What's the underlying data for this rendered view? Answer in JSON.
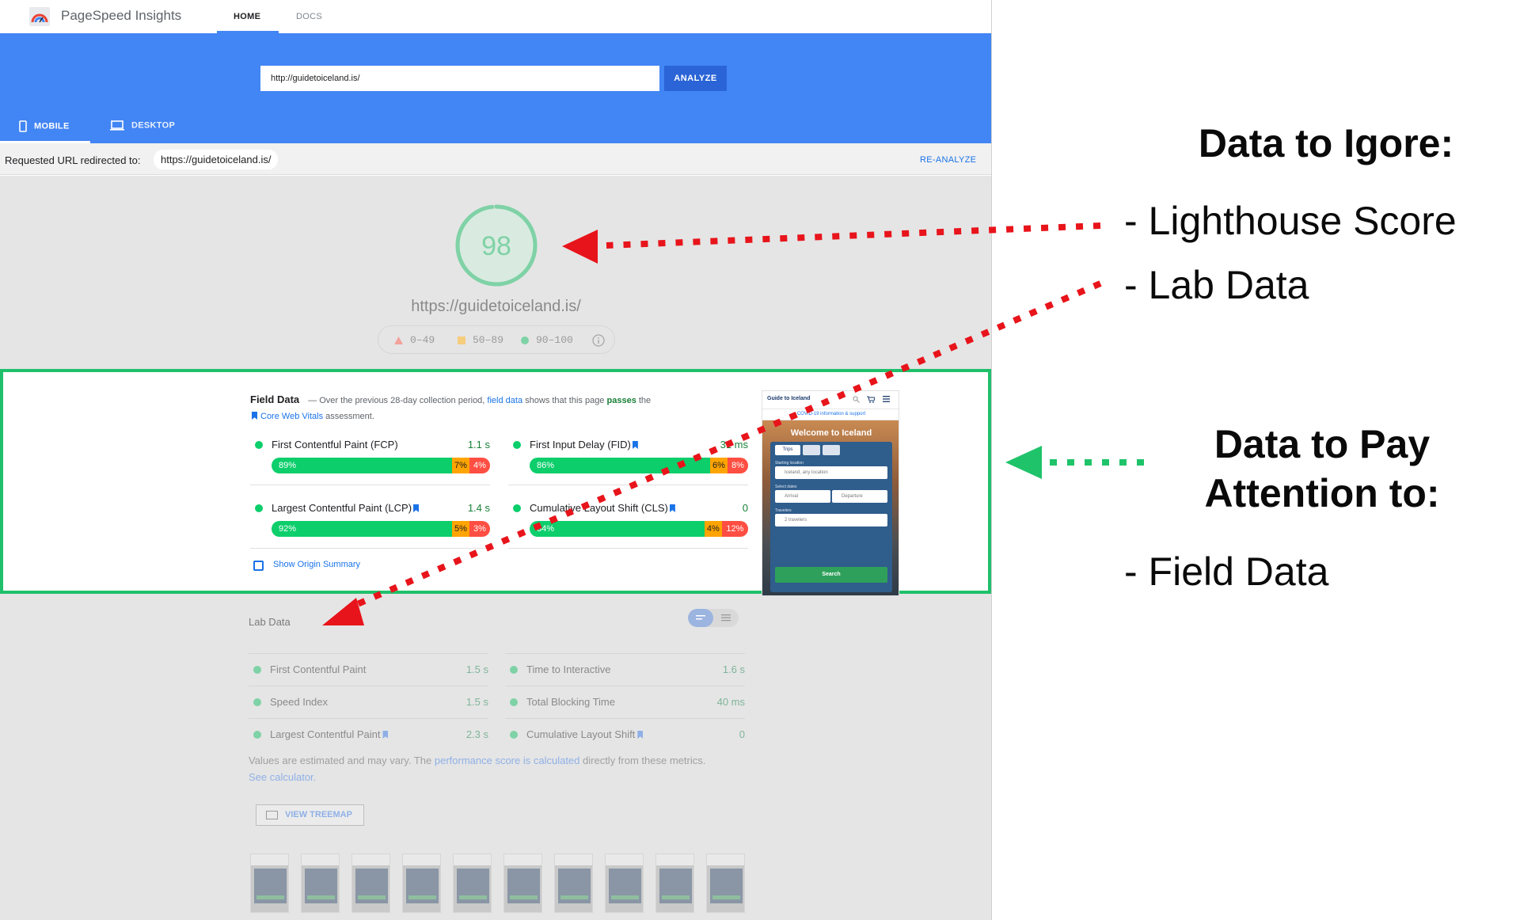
{
  "app": {
    "title": "PageSpeed Insights",
    "nav_tabs": [
      "HOME",
      "DOCS"
    ],
    "active_tab": "HOME"
  },
  "search": {
    "url_value": "http://guidetoiceland.is/",
    "analyze_label": "ANALYZE"
  },
  "device_tabs": [
    "MOBILE",
    "DESKTOP"
  ],
  "redirect": {
    "label": "Requested URL redirected to:",
    "url": "https://guidetoiceland.is/",
    "reanalyze": "RE-ANALYZE"
  },
  "score": {
    "value": "98",
    "url": "https://guidetoiceland.is/",
    "legend": [
      "0–49",
      "50–89",
      "90–100"
    ],
    "colors": {
      "pass": "#0cce6b",
      "average": "#ffa400",
      "fail": "#ff4e42"
    }
  },
  "field_data": {
    "title": "Field Data",
    "desc_prefix": "— Over the previous 28-day collection period,",
    "desc_link": "field data",
    "desc_mid": "shows that this page",
    "desc_pass": "passes",
    "desc_the": "the",
    "cwv_link": "Core Web Vitals",
    "desc_suffix": "assessment.",
    "metrics": [
      {
        "name": "First Contentful Paint (FCP)",
        "value": "1.1 s",
        "good": "89%",
        "avg": "7%",
        "poor": "4%",
        "good_pct": 89,
        "avg_pct": 7,
        "poor_pct": 4
      },
      {
        "name": "First Input Delay (FID)",
        "value": "31 ms",
        "good": "86%",
        "avg": "6%",
        "poor": "8%",
        "good_pct": 86,
        "avg_pct": 6,
        "poor_pct": 8
      },
      {
        "name": "Largest Contentful Paint (LCP)",
        "value": "1.4 s",
        "good": "92%",
        "avg": "5%",
        "poor": "3%",
        "good_pct": 92,
        "avg_pct": 5,
        "poor_pct": 3
      },
      {
        "name": "Cumulative Layout Shift (CLS)",
        "value": "0",
        "good": "84%",
        "avg": "4%",
        "poor": "12%",
        "good_pct": 84,
        "avg_pct": 4,
        "poor_pct": 12
      }
    ],
    "origin_summary": "Show Origin Summary"
  },
  "phone": {
    "logo": "Guide to Iceland",
    "covid": "COVID-19 information & support",
    "welcome": "Welcome to Iceland",
    "tab_trips": "Trips",
    "starting_label": "Starting location",
    "starting_placeholder": "Iceland, any location",
    "dates_label": "Select dates",
    "arrival": "Arrival",
    "departure": "Departure",
    "travelers_label": "Travelers",
    "travelers_value": "2 travelers",
    "search": "Search"
  },
  "lab_data": {
    "title": "Lab Data",
    "metrics": [
      {
        "name": "First Contentful Paint",
        "value": "1.5 s"
      },
      {
        "name": "Time to Interactive",
        "value": "1.6 s"
      },
      {
        "name": "Speed Index",
        "value": "1.5 s"
      },
      {
        "name": "Total Blocking Time",
        "value": "40 ms"
      },
      {
        "name": "Largest Contentful Paint",
        "value": "2.3 s"
      },
      {
        "name": "Cumulative Layout Shift",
        "value": "0"
      }
    ],
    "note_prefix": "Values are estimated and may vary. The",
    "note_link": "performance score is calculated",
    "note_mid": "directly from these metrics.",
    "note_calc": "See calculator.",
    "treemap": "VIEW TREEMAP"
  },
  "annotations": {
    "ignore_title": "Data to Igore:",
    "ignore_items": [
      "- Lighthouse Score",
      "- Lab Data"
    ],
    "attention_title": "Data to Pay Attention to:",
    "attention_items": [
      "- Field Data"
    ],
    "colors": {
      "ignore_arrow": "#e8141b",
      "attention_arrow": "#1fc36a"
    }
  }
}
